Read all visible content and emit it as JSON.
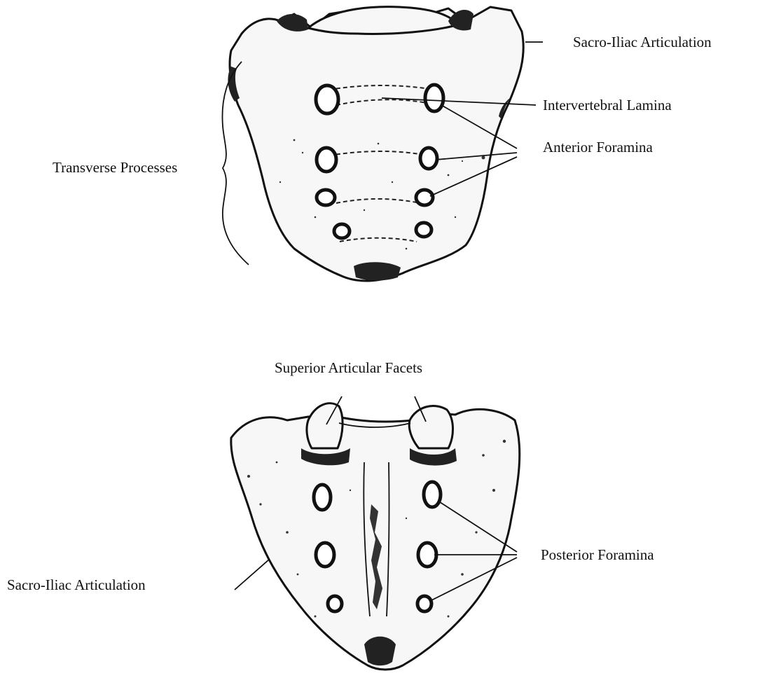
{
  "labels": {
    "top_sacro_iliac": "Sacro-Iliac Articulation",
    "intervertebral_lamina": "Intervertebral Lamina",
    "anterior_foramina": "Anterior Foramina",
    "transverse_processes": "Transverse Processes",
    "superior_articular_facets": "Superior Articular Facets",
    "posterior_foramina": "Posterior Foramina",
    "bottom_sacro_iliac": "Sacro-Iliac Articulation"
  },
  "colors": {
    "ink": "#111111",
    "paper": "#ffffff"
  }
}
